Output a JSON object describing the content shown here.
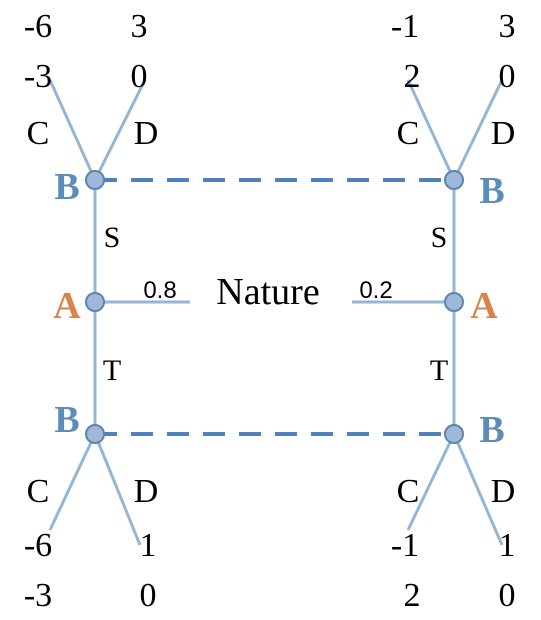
{
  "nature": {
    "label": "Nature",
    "prob_left": "0.8",
    "prob_right": "0.2"
  },
  "players": {
    "a_label": "A",
    "b_label": "B",
    "a_color": "#D9824A",
    "b_color": "#5B8DB8"
  },
  "moves": {
    "a_up": "S",
    "a_down": "T",
    "b_left": "C",
    "b_right": "D"
  },
  "payoffs": {
    "top_left": {
      "C": [
        "-6",
        "-3"
      ],
      "D": [
        "3",
        "0"
      ]
    },
    "top_right": {
      "C": [
        "-1",
        "2"
      ],
      "D": [
        "3",
        "0"
      ]
    },
    "bottom_left": {
      "C": [
        "-6",
        "-3"
      ],
      "D": [
        "1",
        "0"
      ]
    },
    "bottom_right": {
      "C": [
        "-1",
        "2"
      ],
      "D": [
        "1",
        "0"
      ]
    }
  },
  "colors": {
    "edge": "#94B6D6",
    "info_set": "#4F81BD",
    "node_fill": "#9DB8D8",
    "node_stroke": "#5E83AE"
  }
}
